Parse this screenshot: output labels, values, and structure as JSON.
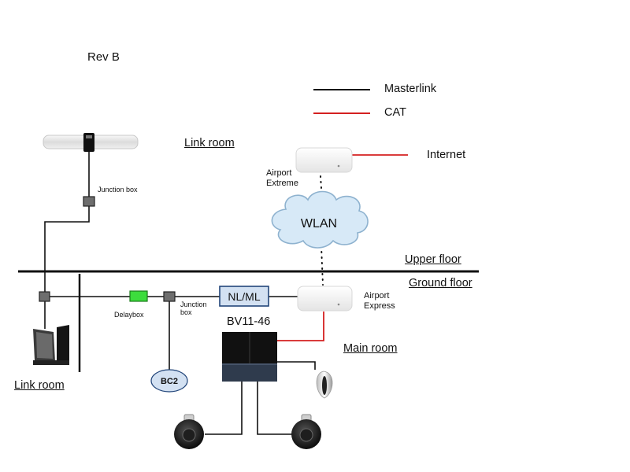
{
  "revision": "Rev B",
  "legend": {
    "masterlink": "Masterlink",
    "cat": "CAT",
    "masterlink_color": "#111111",
    "cat_color": "#d42020"
  },
  "rooms": {
    "link_room_upper": "Link room",
    "link_room_lower": "Link room",
    "main_room": "Main room"
  },
  "floors": {
    "upper": "Upper floor",
    "ground": "Ground floor"
  },
  "devices": {
    "internet": "Internet",
    "airport_extreme": "Airport Extreme",
    "airport_express": "Airport Express",
    "wlan": "WLAN",
    "nl_ml": "NL/ML",
    "tv": "BV11-46",
    "junction_upper": "Junction box",
    "junction_lower": "Junction box",
    "delaybox": "Delaybox",
    "bc2": "BC2"
  },
  "colors": {
    "delaybox_fill": "#3ddc3d",
    "cloud_fill": "#d7e9f7",
    "cloud_stroke": "#8eb2cf",
    "nl_ml_fill": "#d3e1f2",
    "nl_ml_stroke": "#23467a",
    "bc2_fill": "#d3e1f2",
    "junction_fill": "#6e6e6e"
  }
}
